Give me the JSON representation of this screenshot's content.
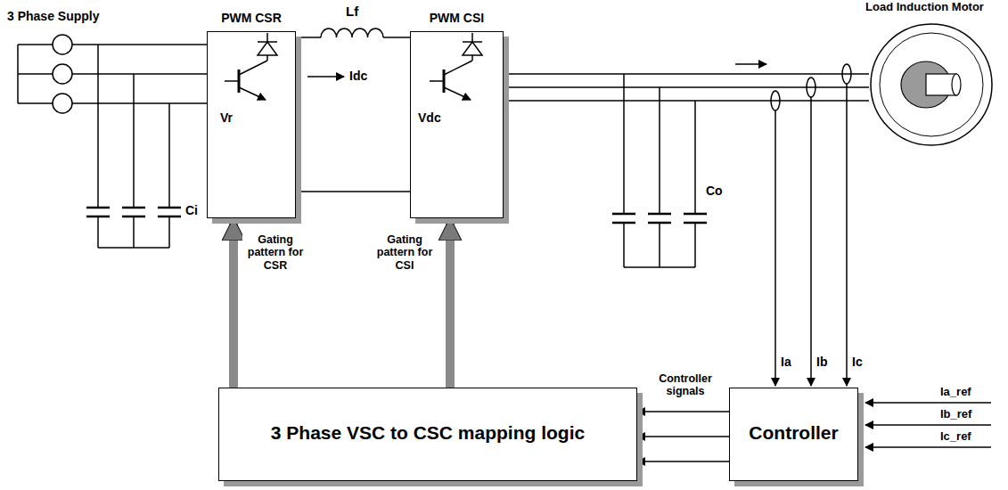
{
  "diagram": {
    "nodes": [
      {
        "text": [
          "PWM CSR",
          "Vr"
        ]
      },
      {
        "text": [
          "PWM CSI",
          "Vdc"
        ]
      },
      {
        "text": [
          "Load Induction Motor"
        ]
      },
      {
        "text": [
          "3 Phase VSC to CSC mapping logic"
        ]
      },
      {
        "text": [
          "Controller"
        ]
      }
    ],
    "edges": [
      {
        "from": 0,
        "to": 1,
        "arrow": "none"
      },
      {
        "from": 1,
        "to": 2,
        "arrow": "none"
      },
      {
        "from": 1,
        "to": 2,
        "arrow": "none"
      },
      {
        "from": 1,
        "to": 2,
        "arrow": "none"
      },
      {
        "from": 3,
        "to": 0,
        "arrow": "to",
        "label": "Gating pattern for CSR"
      },
      {
        "from": 3,
        "to": 1,
        "arrow": "to",
        "label": "Gating pattern for CSI"
      },
      {
        "from": 4,
        "to": 3,
        "arrow": "to",
        "label": "Controller signals"
      },
      {
        "from": 4,
        "to": 3,
        "arrow": "to"
      },
      {
        "from": 4,
        "to": 3,
        "arrow": "to"
      }
    ],
    "labels": [
      "3 Phase Supply",
      "Ci",
      "Lf",
      "Idc",
      "Co",
      "Ia",
      "Ib",
      "Ic",
      "Ia_ref",
      "Ib_ref",
      "Ic_ref"
    ]
  }
}
